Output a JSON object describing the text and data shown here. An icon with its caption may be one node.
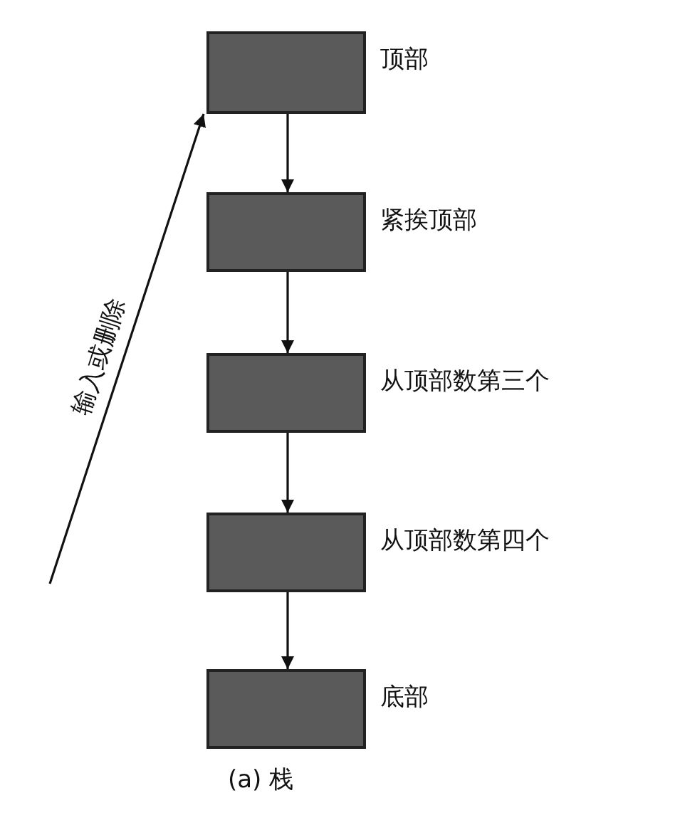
{
  "diagram": {
    "caption": "(a) 栈",
    "nodes": [
      {
        "text": [],
        "shape": "box",
        "beside": [
          "顶部"
        ]
      },
      {
        "text": [],
        "shape": "box",
        "beside": [
          "紧挨顶部"
        ]
      },
      {
        "text": [],
        "shape": "box",
        "beside": [
          "从顶部数第三个"
        ]
      },
      {
        "text": [],
        "shape": "box",
        "beside": [
          "从顶部数第四个"
        ]
      },
      {
        "text": [],
        "shape": "box",
        "beside": [
          "底部"
        ]
      }
    ],
    "edges": [
      {
        "from": 0,
        "to": 1,
        "arrow": "to"
      },
      {
        "from": 1,
        "to": 2,
        "arrow": "to"
      },
      {
        "from": 2,
        "to": 3,
        "arrow": "to"
      },
      {
        "from": 3,
        "to": 4,
        "arrow": "to"
      },
      {
        "from": null,
        "to": 0,
        "arrow": "to",
        "label": "输入或删除"
      }
    ]
  }
}
